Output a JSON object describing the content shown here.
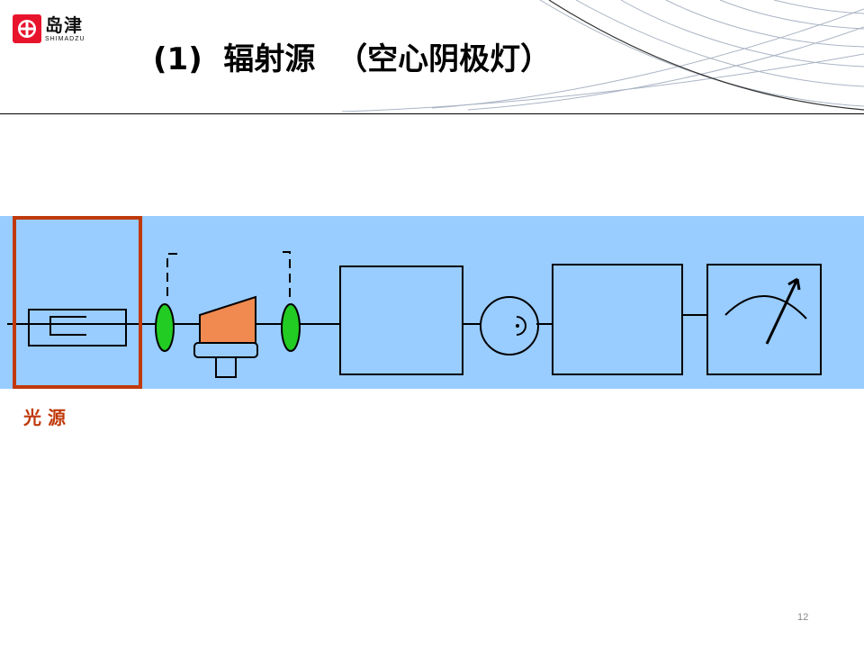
{
  "logo": {
    "name_cn": "岛津",
    "name_en": "SHIMADZU",
    "brand_color": "#e8142c"
  },
  "title": "(1)  辐射源  （空心阴极灯）",
  "diagram": {
    "background_color": "#99ccff",
    "highlight_color": "#c0390b",
    "lens_color": "#22cc22",
    "atomizer_color": "#f08a50",
    "source_label": "光 源"
  },
  "page_number": "12"
}
